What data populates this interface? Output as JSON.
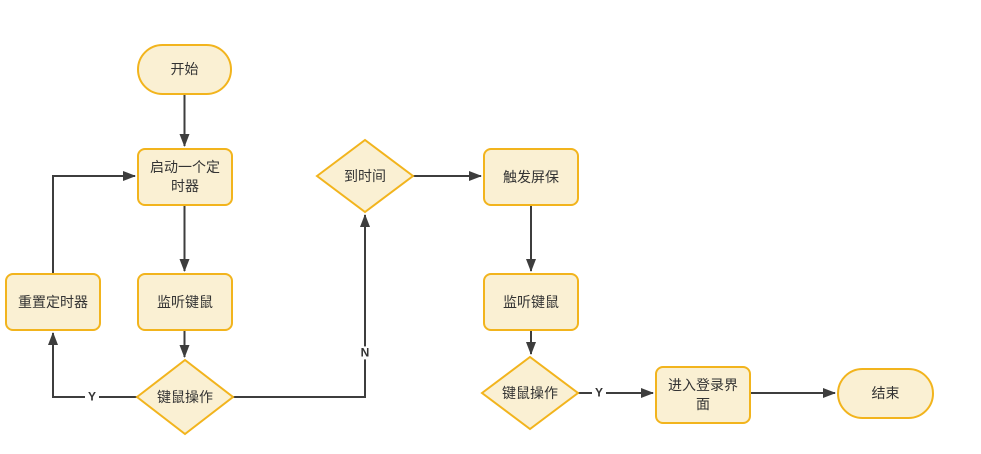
{
  "diagram": {
    "type": "flowchart",
    "colors": {
      "node_fill": "#FAF0D3",
      "node_border": "#F2B41D",
      "connector": "#3D3D3D",
      "text": "#333333"
    },
    "nodes": [
      {
        "id": "start",
        "shape": "stadium",
        "label": "开始"
      },
      {
        "id": "start-timer",
        "shape": "process",
        "label": "启动一个定时器"
      },
      {
        "id": "reset-timer",
        "shape": "process",
        "label": "重置定时器"
      },
      {
        "id": "listen-km-1",
        "shape": "process",
        "label": "监听键鼠"
      },
      {
        "id": "km-action-1",
        "shape": "decision",
        "label": "键鼠操作"
      },
      {
        "id": "time-up",
        "shape": "decision",
        "label": "到时间"
      },
      {
        "id": "trigger-screensaver",
        "shape": "process",
        "label": "触发屏保"
      },
      {
        "id": "listen-km-2",
        "shape": "process",
        "label": "监听键鼠"
      },
      {
        "id": "km-action-2",
        "shape": "decision",
        "label": "键鼠操作"
      },
      {
        "id": "enter-login",
        "shape": "process",
        "label": "进入登录界面"
      },
      {
        "id": "end",
        "shape": "stadium",
        "label": "结束"
      }
    ],
    "edges": [
      {
        "from": "start",
        "to": "start-timer",
        "label": ""
      },
      {
        "from": "start-timer",
        "to": "listen-km-1",
        "label": ""
      },
      {
        "from": "listen-km-1",
        "to": "km-action-1",
        "label": ""
      },
      {
        "from": "km-action-1",
        "to": "reset-timer",
        "label": "Y"
      },
      {
        "from": "reset-timer",
        "to": "start-timer",
        "label": ""
      },
      {
        "from": "km-action-1",
        "to": "time-up",
        "label": "N"
      },
      {
        "from": "time-up",
        "to": "trigger-screensaver",
        "label": ""
      },
      {
        "from": "trigger-screensaver",
        "to": "listen-km-2",
        "label": ""
      },
      {
        "from": "listen-km-2",
        "to": "km-action-2",
        "label": ""
      },
      {
        "from": "km-action-2",
        "to": "enter-login",
        "label": "Y"
      },
      {
        "from": "enter-login",
        "to": "end",
        "label": ""
      }
    ]
  }
}
